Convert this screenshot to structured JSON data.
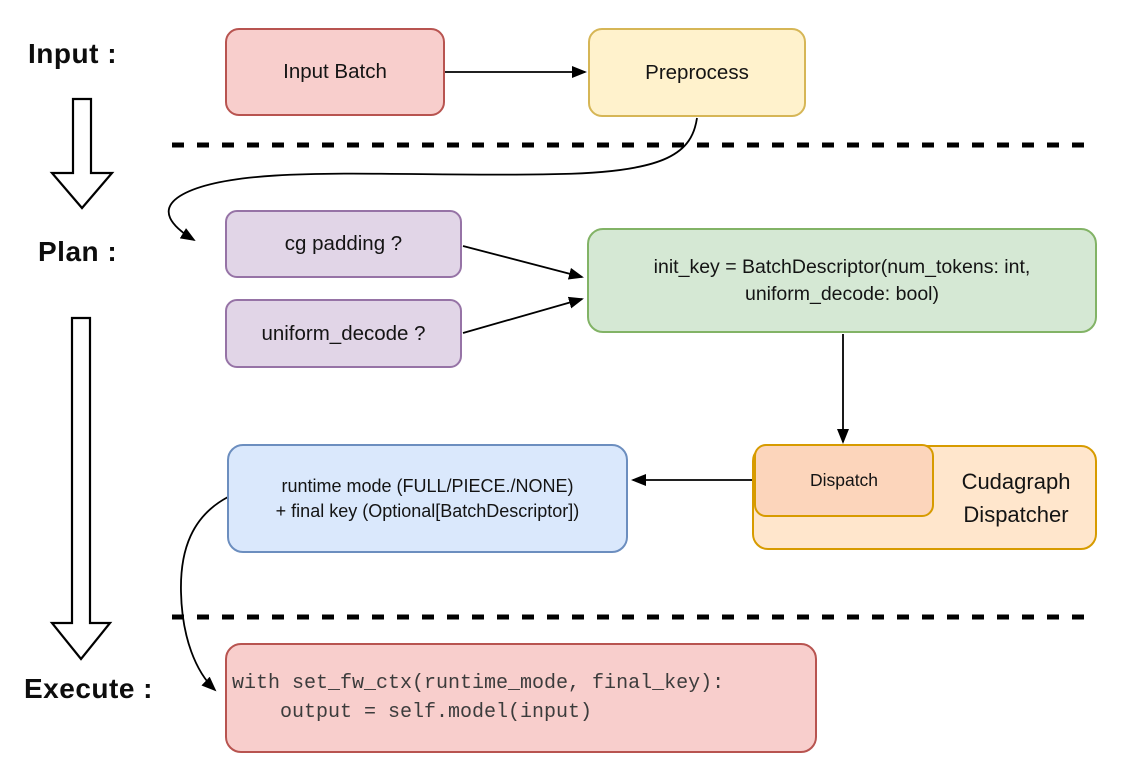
{
  "section_labels": {
    "input": "Input :",
    "plan": "Plan :",
    "execute": "Execute :"
  },
  "nodes": {
    "input_batch": {
      "label": "Input Batch"
    },
    "preprocess": {
      "label": "Preprocess"
    },
    "cg_padding": {
      "label": "cg padding ?"
    },
    "uniform_decode": {
      "label": "uniform_decode ?"
    },
    "init_key": {
      "line1": "init_key = BatchDescriptor(num_tokens: int,",
      "line2": "uniform_decode: bool)"
    },
    "dispatch": {
      "label": "Dispatch"
    },
    "cudagraph_dispatcher": {
      "line1": "Cudagraph",
      "line2": "Dispatcher"
    },
    "runtime_mode": {
      "line1": "runtime mode (FULL/PIECE./NONE)",
      "line2": "+ final key (Optional[BatchDescriptor])"
    },
    "execute_code": {
      "line1": "with set_fw_ctx(runtime_mode, final_key):",
      "line2": "    output = self.model(input)"
    }
  },
  "colors": {
    "red_fill": "#f8cecc",
    "red_stroke": "#b85450",
    "yellow_fill": "#fff2cc",
    "yellow_stroke": "#d6b656",
    "purple_fill": "#e1d5e7",
    "purple_stroke": "#9673a6",
    "green_fill": "#d5e8d4",
    "green_stroke": "#82b366",
    "blue_fill": "#dae8fc",
    "blue_stroke": "#6c8ebf",
    "orange_fill": "#ffe6cc",
    "orange_stroke": "#d79b00",
    "dispatch_fill": "#fcd5bb",
    "code_text": "#3c3c3c",
    "line_color": "#000000"
  }
}
